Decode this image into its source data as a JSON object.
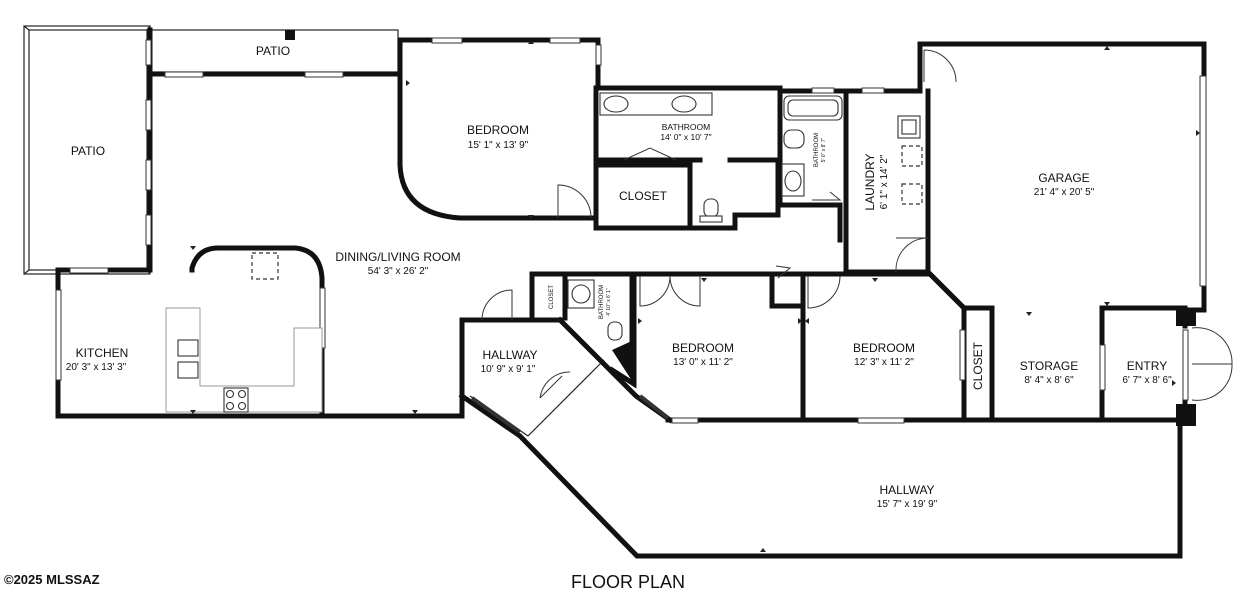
{
  "plan": {
    "title": "FLOOR PLAN",
    "copyright": "©2025 MLSSAZ",
    "rooms": {
      "patio_top": {
        "name": "PATIO"
      },
      "patio_left": {
        "name": "PATIO"
      },
      "bedroom_main": {
        "name": "BEDROOM",
        "dims": "15' 1\" x 13' 9\""
      },
      "bathroom_main": {
        "name": "BATHROOM",
        "dims": "14' 0\" x 10' 7\""
      },
      "closet_main": {
        "name": "CLOSET"
      },
      "bathroom_small": {
        "name": "BATHROOM",
        "dims": "5' 0\" x 8' 7\""
      },
      "laundry": {
        "name": "LAUNDRY",
        "dims": "6' 1\" x 14' 2\""
      },
      "garage": {
        "name": "GARAGE",
        "dims": "21' 4\" x 20' 5\""
      },
      "dining_living": {
        "name": "DINING/LIVING ROOM",
        "dims": "54' 3\" x 26' 2\""
      },
      "kitchen": {
        "name": "KITCHEN",
        "dims": "20' 3\" x 13' 3\""
      },
      "closet_small": {
        "name": "CLOSET"
      },
      "bathroom_hall": {
        "name": "BATHROOM",
        "dims": "4' 10\" x 6' 1\""
      },
      "hallway_small": {
        "name": "HALLWAY",
        "dims": "10' 9\" x 9' 1\""
      },
      "bedroom_2": {
        "name": "BEDROOM",
        "dims": "13' 0\" x 11' 2\""
      },
      "bedroom_3": {
        "name": "BEDROOM",
        "dims": "12' 3\" x 11' 2\""
      },
      "closet_storage": {
        "name": "CLOSET"
      },
      "storage": {
        "name": "STORAGE",
        "dims": "8' 4\" x 8' 6\""
      },
      "entry": {
        "name": "ENTRY",
        "dims": "6' 7\" x 8' 6\""
      },
      "hallway_large": {
        "name": "HALLWAY",
        "dims": "15' 7\" x 19' 9\""
      }
    }
  }
}
